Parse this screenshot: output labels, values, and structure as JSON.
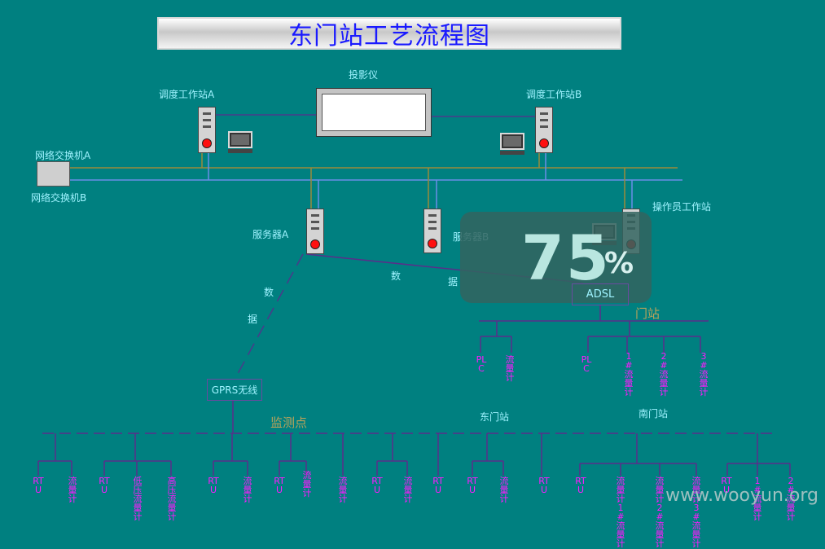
{
  "title": "东门站工艺流程图",
  "labels": {
    "projector": "投影仪",
    "station_a": "调度工作站A",
    "station_b": "调度工作站B",
    "switch_a": "网络交换机A",
    "switch_b": "网络交换机B",
    "operator": "操作员工作站",
    "server_a": "服务器A",
    "server_b": "服务器B",
    "data_char_1": "数",
    "data_char_2": "据",
    "gprs": "GPRS无线",
    "adsl": "ADSL",
    "monitor_point": "监测点",
    "door_station": "门站",
    "dongmen_station": "东门站",
    "nanmen_station": "南门站"
  },
  "door_leaves": [
    "PLC",
    "流量计",
    "PLC",
    "1#流量计",
    "2#流量计",
    "3#流量计"
  ],
  "bottom_leaves": [
    "RTU",
    "流量计",
    "RTU",
    "低压流量计",
    "高压流量计",
    "RTU",
    "流量计",
    "RTU",
    "流量计",
    "流量计",
    "RTU",
    "流量计",
    "RTU",
    "RTU",
    "流量计",
    "RTU",
    "RTU",
    "流量计 1#流量计",
    "流量计 2#流量计",
    "流量计 3#流量计",
    "RTU",
    "1#流量计",
    "2#流量计"
  ],
  "overlay": {
    "value": "75",
    "unit": "%"
  },
  "watermark": "www.wooyun.org"
}
